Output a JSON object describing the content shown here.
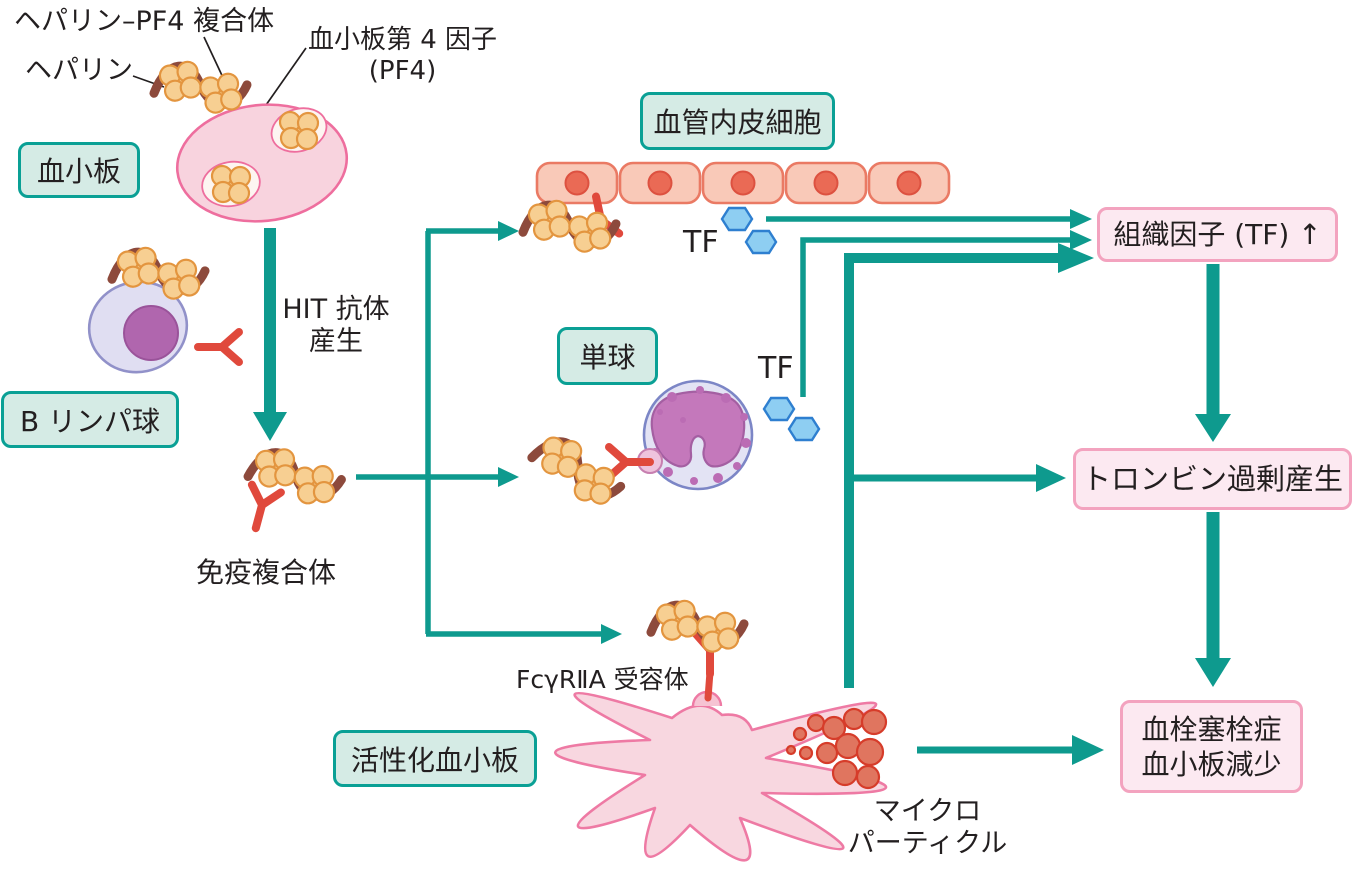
{
  "diagram": {
    "title_context": "HIT mechanism diagram",
    "labels": {
      "heparin_pf4_complex": "ヘパリン–PF4 複合体",
      "heparin": "ヘパリン",
      "pf4_name": "血小板第 4 因子",
      "pf4_abbr": "(PF4)",
      "hit_antibody_line1": "HIT 抗体",
      "hit_antibody_line2": "産生",
      "immune_complex": "免疫複合体",
      "tf_endothelium": "TF",
      "tf_monocyte": "TF",
      "fcgr2a_receptor": "FcγRⅡA 受容体",
      "microparticle_line1": "マイクロ",
      "microparticle_line2": "パーティクル"
    },
    "tag_boxes": {
      "platelet": "血小板",
      "b_lymphocyte": "B リンパ球",
      "endothelial_cell": "血管内皮細胞",
      "monocyte": "単球",
      "activated_platelet": "活性化血小板"
    },
    "outcome_boxes": {
      "tissue_factor": "組織因子 (TF) ↑",
      "thrombin": "トロンビン過剰産生",
      "thromboembolism_line1": "血栓塞栓症",
      "thromboembolism_line2": "血小板減少"
    },
    "colors": {
      "teal_arrow": "#0e9a8e",
      "tag_box_fill": "#d5ebe5",
      "tag_box_border": "#0aa095",
      "outcome_box_fill": "#fce9f1",
      "outcome_box_border": "#f3a3bf",
      "heparin_brown": "#8d4a3c",
      "pf4_orange_fill": "#f7cf92",
      "pf4_orange_border": "#e3953f",
      "antibody_red": "#e0493c",
      "platelet_fill": "#f8d3de",
      "platelet_border": "#ee6e9e",
      "endothelium_fill": "#f9c9b8",
      "endothelium_border": "#ea7a64",
      "endothelium_nucleus": "#ea6a55",
      "lymphocyte_fill": "#e0def2",
      "lymphocyte_border": "#9191c9",
      "lymphocyte_nucleus": "#b066ae",
      "monocyte_fill": "#e3e3f4",
      "monocyte_border": "#7c86c6",
      "monocyte_nucleus": "#c478bb",
      "tf_hexagon_fill": "#8ecef2",
      "tf_hexagon_border": "#2e7fd0",
      "microparticle_fill": "#e0755f",
      "microparticle_border": "#d63c2a",
      "text": "#231f20"
    }
  }
}
